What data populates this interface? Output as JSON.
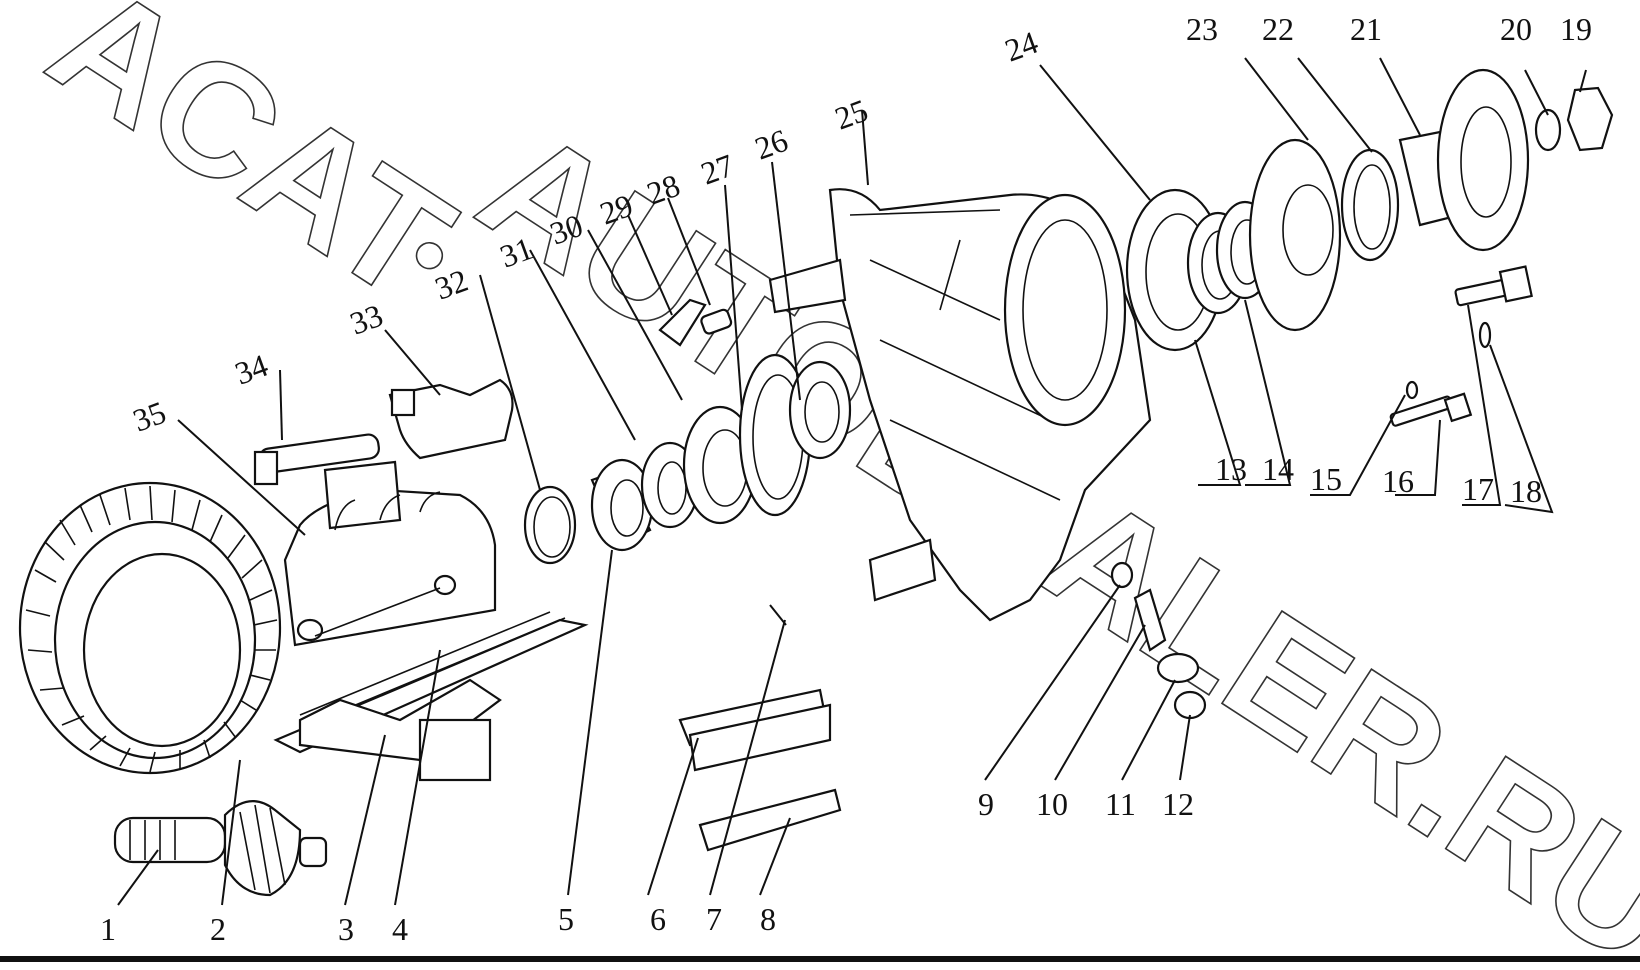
{
  "watermark": {
    "line1": "ACAT",
    "line2": "AUTODEALER.RU",
    "separator": "●"
  },
  "callouts": [
    "1",
    "2",
    "3",
    "4",
    "5",
    "6",
    "7",
    "8",
    "9",
    "10",
    "11",
    "12",
    "13",
    "14",
    "15",
    "16",
    "17",
    "18",
    "19",
    "20",
    "21",
    "22",
    "23",
    "24",
    "25",
    "26",
    "27",
    "28",
    "29",
    "30",
    "31",
    "32",
    "33",
    "34",
    "35"
  ],
  "colors": {
    "ink": "#111111",
    "paper": "#ffffff",
    "watermark": "#333333"
  }
}
